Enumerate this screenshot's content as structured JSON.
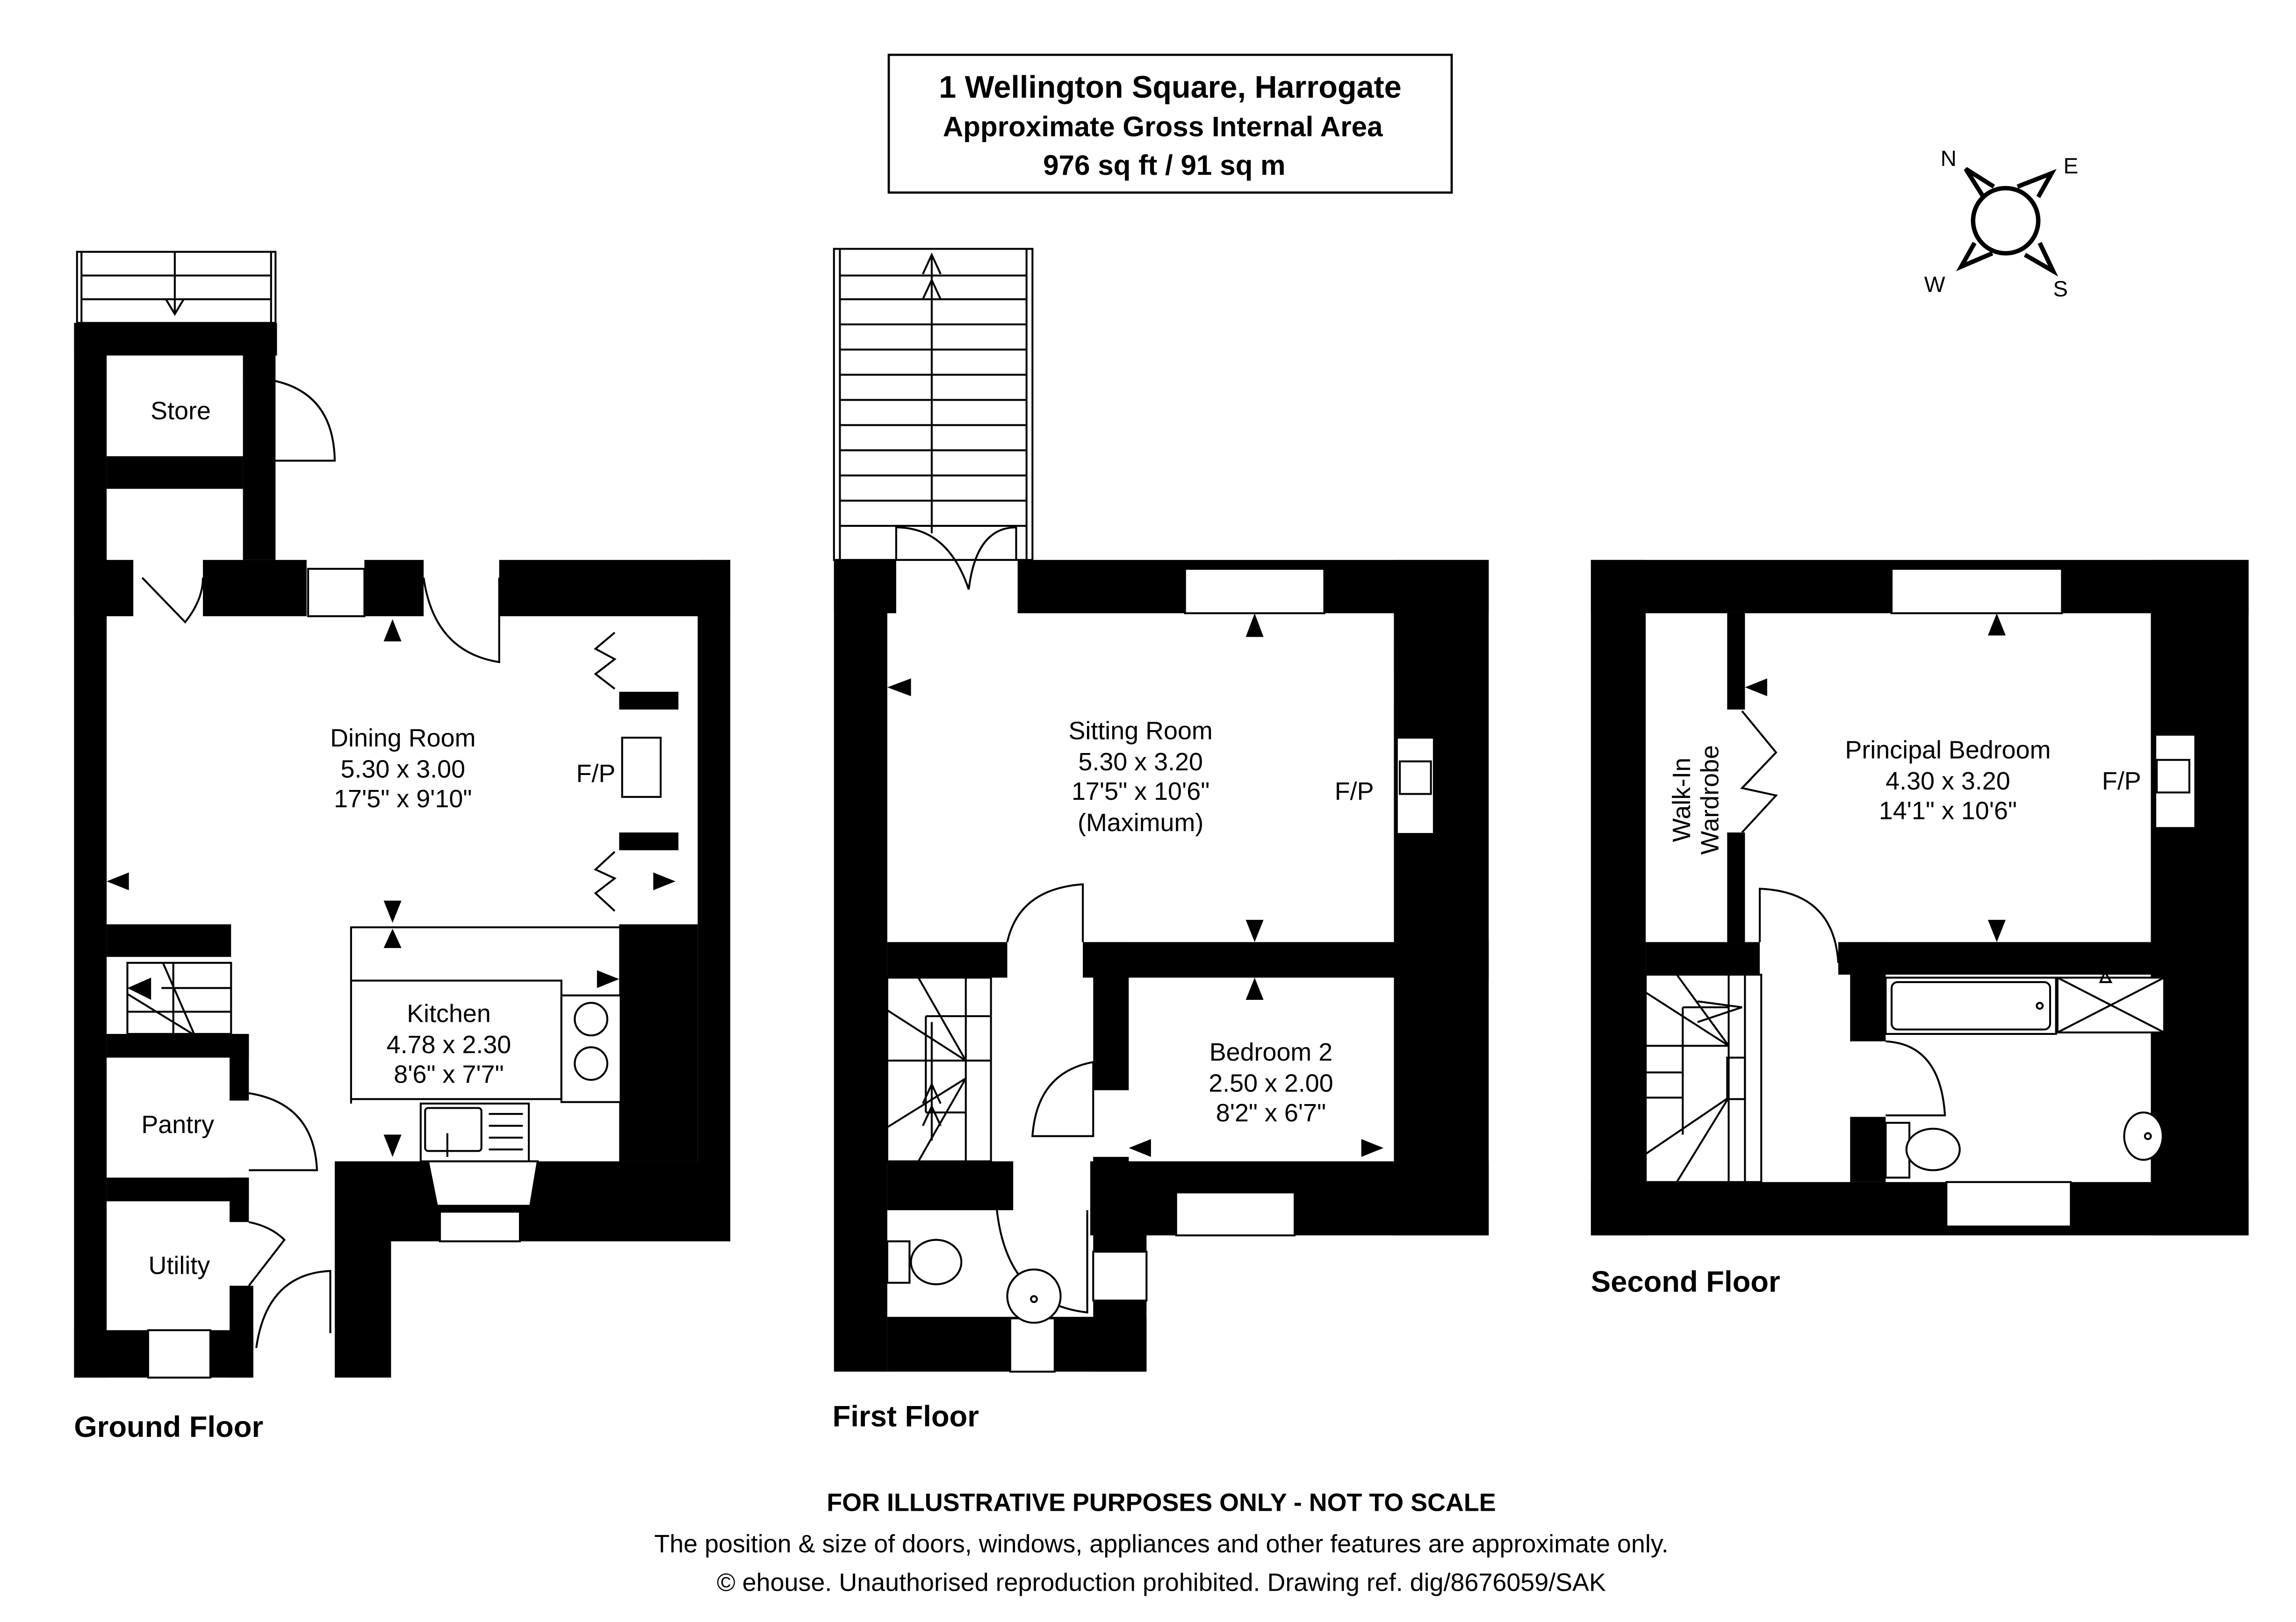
{
  "header": {
    "address": "1 Wellington Square, Harrogate",
    "area_label": "Approximate Gross Internal Area",
    "area_value": "976 sq ft / 91 sq m"
  },
  "compass": {
    "n": "N",
    "e": "E",
    "s": "S",
    "w": "W"
  },
  "floors": {
    "ground": {
      "label": "Ground Floor",
      "rooms": {
        "store": {
          "name": "Store"
        },
        "dining": {
          "name": "Dining Room",
          "metric": "5.30 x 3.00",
          "imperial": "17'5\" x 9'10\""
        },
        "kitchen": {
          "name": "Kitchen",
          "metric": "4.78 x 2.30",
          "imperial": "8'6\" x 7'7\""
        },
        "pantry": {
          "name": "Pantry"
        },
        "utility": {
          "name": "Utility"
        }
      },
      "fireplace": "F/P"
    },
    "first": {
      "label": "First Floor",
      "rooms": {
        "sitting": {
          "name": "Sitting Room",
          "metric": "5.30 x 3.20",
          "imperial": "17'5\" x 10'6\"",
          "note": "(Maximum)"
        },
        "bedroom2": {
          "name": "Bedroom 2",
          "metric": "2.50 x 2.00",
          "imperial": "8'2\" x 6'7\""
        }
      },
      "fireplace": "F/P"
    },
    "second": {
      "label": "Second Floor",
      "rooms": {
        "principal": {
          "name": "Principal Bedroom",
          "metric": "4.30 x 3.20",
          "imperial": "14'1\" x 10'6\""
        },
        "wardrobe": {
          "line1": "Walk-In",
          "line2": "Wardrobe"
        }
      },
      "fireplace": "F/P"
    }
  },
  "footer": {
    "disclaimer": "FOR ILLUSTRATIVE PURPOSES ONLY - NOT TO SCALE",
    "note": "The position & size of doors, windows, appliances and other features are approximate only.",
    "copyright": "© ehouse. Unauthorised reproduction prohibited. Drawing ref. dig/8676059/SAK"
  }
}
